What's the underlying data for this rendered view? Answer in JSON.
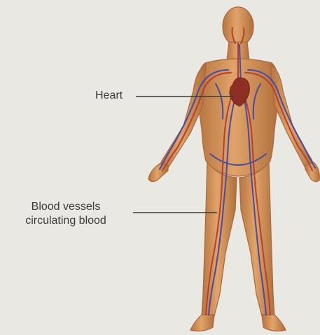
{
  "labels": {
    "heart": "Heart",
    "vessels_line1": "Blood vessels",
    "vessels_line2": "circulating blood"
  },
  "colors": {
    "background": "#e9e8e3",
    "skin": "#d08e55",
    "skin_shadow": "#b0703c",
    "heart": "#8e2f24",
    "artery": "#b5402f",
    "vein": "#4a4ba0",
    "leader_line": "#3a3a3a"
  }
}
